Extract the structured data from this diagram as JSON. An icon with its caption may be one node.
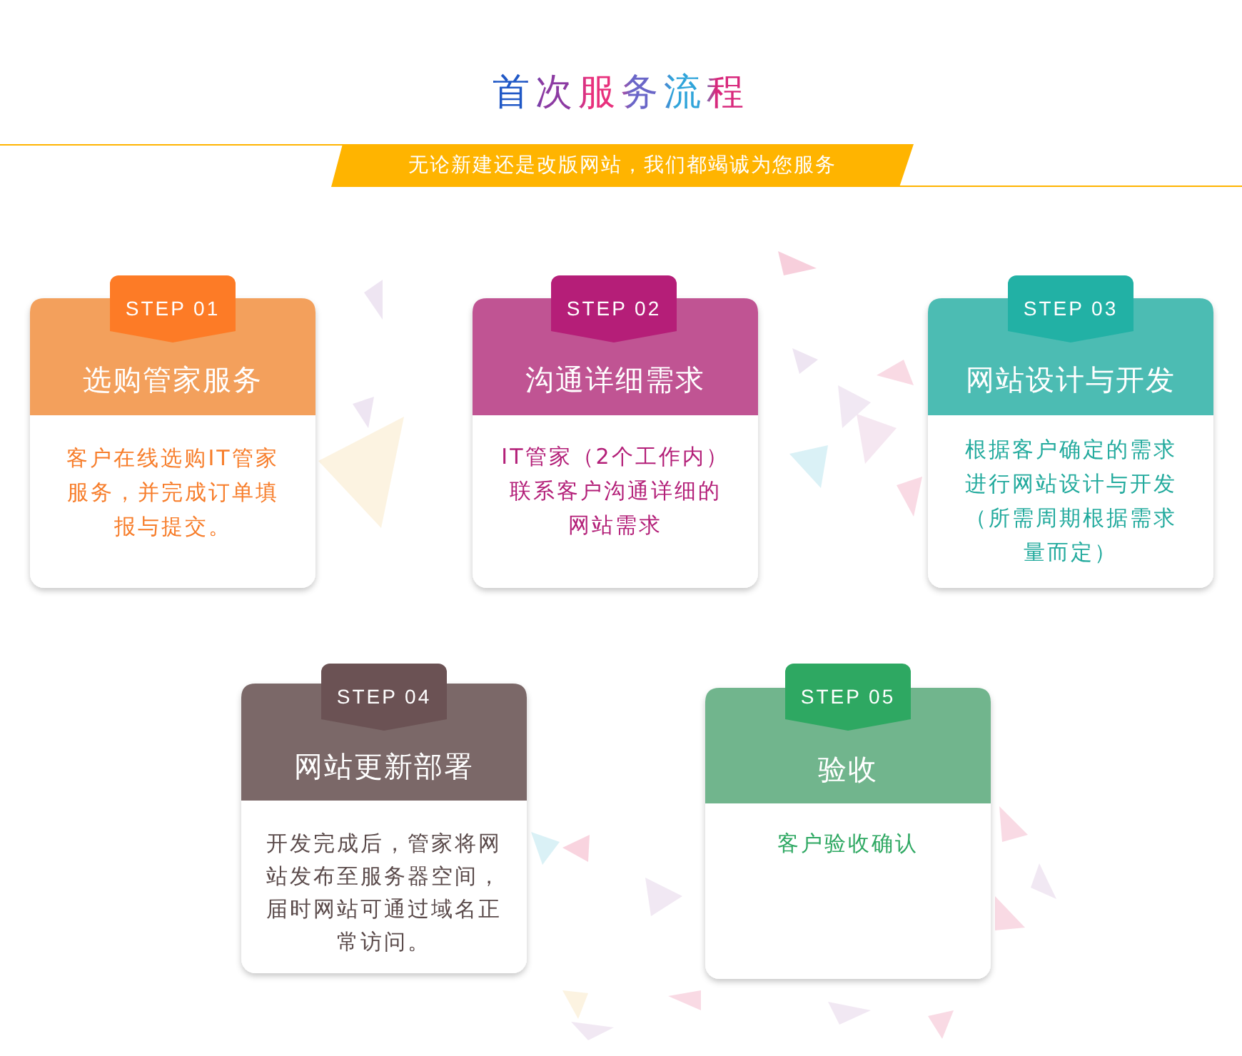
{
  "diagram": {
    "title": "首次服务流程",
    "nodes": [
      {
        "text": [
          "无论新建还是改版网站，我们都竭诚为您服务"
        ]
      },
      {
        "text": [
          "STEP 01",
          "选购管家服务",
          "客户在线选购IT管家服务，并完成订单填报与提交。"
        ]
      },
      {
        "text": [
          "STEP 02",
          "沟通详细需求",
          "IT管家（2个工作内）联系客户沟通详细的网站需求"
        ]
      },
      {
        "text": [
          "STEP 03",
          "网站设计与开发",
          "根据客户确定的需求进行网站设计与开发（所需周期根据需求量而定）"
        ]
      },
      {
        "text": [
          "STEP 04",
          "网站更新部署",
          "开发完成后，管家将网站发布至服务器空间，届时网站可通过域名正常访问。"
        ]
      },
      {
        "text": [
          "STEP 05",
          "验收",
          "客户验收确认"
        ]
      }
    ]
  }
}
